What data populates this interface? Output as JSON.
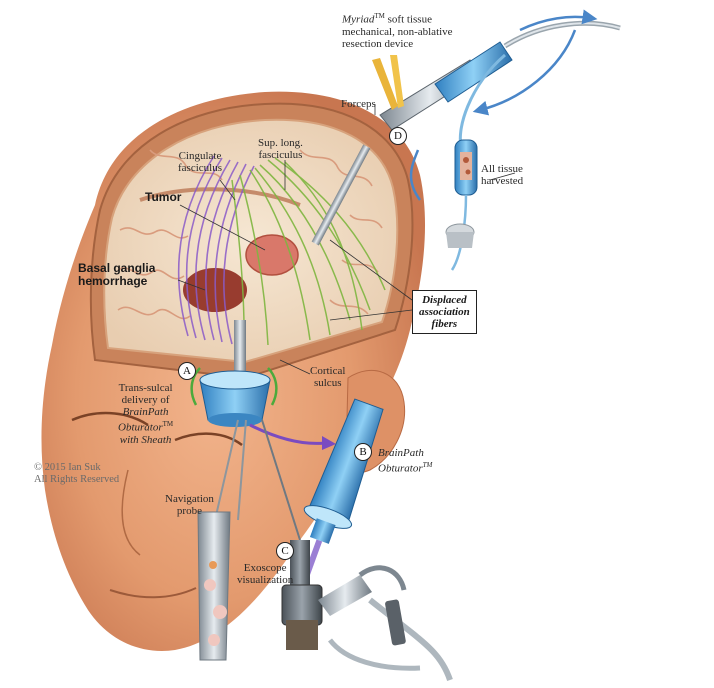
{
  "labels": {
    "myriad_name": "Myriad",
    "myriad_tm": "TM",
    "myriad_desc_1": "soft tissue",
    "myriad_desc_2": "mechanical, non-ablative",
    "myriad_desc_3": "resection device",
    "forceps": "Forceps",
    "cingulate_1": "Cingulate",
    "cingulate_2": "fasciculus",
    "sup_long_1": "Sup. long.",
    "sup_long_2": "fasciculus",
    "tumor": "Tumor",
    "basal_1": "Basal ganglia",
    "basal_2": "hemorrhage",
    "all_tissue_1": "All tissue",
    "all_tissue_2": "harvested",
    "displaced_1": "Displaced",
    "displaced_2": "association",
    "displaced_3": "fibers",
    "cortical_1": "Cortical",
    "cortical_2": "sulcus",
    "trans_1": "Trans-sulcal",
    "trans_2": "delivery of",
    "trans_3": "BrainPath",
    "trans_4": "Obturator",
    "trans_4_tm": "TM",
    "trans_5": "with Sheath",
    "brainpath_1": "BrainPath",
    "brainpath_2": "Obturator",
    "brainpath_tm": "TM",
    "nav_1": "Navigation",
    "nav_2": "probe",
    "exo_1": "Exoscope",
    "exo_2": "visualization",
    "copyright_1": "© 2015 Ian Suk",
    "copyright_2": "All Rights Reserved"
  },
  "badges": {
    "a": "A",
    "b": "B",
    "c": "C",
    "d": "D"
  }
}
